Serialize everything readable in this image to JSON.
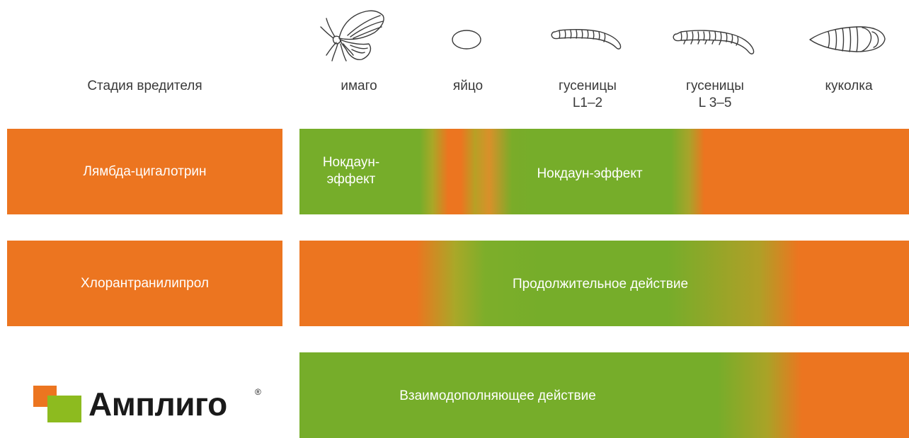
{
  "header": {
    "row_title": "Стадия вредителя",
    "stages": [
      {
        "label": "имаго",
        "icon": "moth-icon"
      },
      {
        "label": "яйцо",
        "icon": "egg-icon"
      },
      {
        "label": "гусеницы\nL1–2",
        "icon": "small-caterpillar-icon"
      },
      {
        "label": "гусеницы\nL 3–5",
        "icon": "large-caterpillar-icon"
      },
      {
        "label": "куколка",
        "icon": "pupa-icon"
      }
    ]
  },
  "rows": [
    {
      "name": "Лямбда-цигалотрин",
      "bar_texts": [
        "Нокдаун-\nэффект",
        "Нокдаун-эффект"
      ]
    },
    {
      "name": "Хлорантранилипрол",
      "bar_texts": [
        "Продолжительное действие"
      ]
    },
    {
      "name": "Амплиго",
      "bar_texts": [
        "Взаимодополняющее действие"
      ]
    }
  ],
  "logo": {
    "text": "Амплиго",
    "reg": "®"
  },
  "colors": {
    "orange": "#ec7520",
    "green": "#76ad2a",
    "logo_green": "#8dbb1f",
    "text": "#3a3a3a"
  }
}
